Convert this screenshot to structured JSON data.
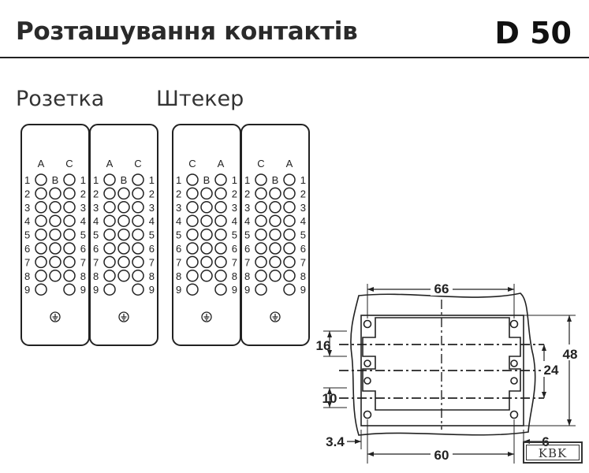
{
  "header": {
    "title": "Розташування контактів",
    "code": "D 50"
  },
  "sections": {
    "socket_label": "Розетка",
    "plug_label": "Штекер"
  },
  "inserts": [
    {
      "col_letters": [
        "A",
        "C"
      ],
      "numbers_left": [
        "1",
        "2",
        "3",
        "4",
        "5",
        "6",
        "7",
        "8",
        "9"
      ],
      "numbers_right": [
        "1",
        "2",
        "3",
        "4",
        "5",
        "6",
        "7",
        "8",
        "9"
      ],
      "b_label": "B"
    },
    {
      "col_letters": [
        "A",
        "C"
      ],
      "numbers_left": [
        "1",
        "2",
        "3",
        "4",
        "5",
        "6",
        "7",
        "8",
        "9"
      ],
      "numbers_right": [
        "1",
        "2",
        "3",
        "4",
        "5",
        "6",
        "7",
        "8",
        "9"
      ],
      "b_label": "B"
    },
    {
      "col_letters": [
        "C",
        "A"
      ],
      "numbers_left": [
        "1",
        "2",
        "3",
        "4",
        "5",
        "6",
        "7",
        "8",
        "9"
      ],
      "numbers_right": [
        "1",
        "2",
        "3",
        "4",
        "5",
        "6",
        "7",
        "8",
        "9"
      ],
      "b_label": "B"
    },
    {
      "col_letters": [
        "C",
        "A"
      ],
      "numbers_left": [
        "1",
        "2",
        "3",
        "4",
        "5",
        "6",
        "7",
        "8",
        "9"
      ],
      "numbers_right": [
        "1",
        "2",
        "3",
        "4",
        "5",
        "6",
        "7",
        "8",
        "9"
      ],
      "b_label": "B"
    }
  ],
  "dimensions": {
    "top_width": "66",
    "bottom_width": "60",
    "overall_height": "48",
    "inner_height": "24",
    "left_upper": "16",
    "left_lower": "10",
    "left_offset": "3.4",
    "right_offset": "6"
  },
  "logo": {
    "text": "KBK"
  }
}
